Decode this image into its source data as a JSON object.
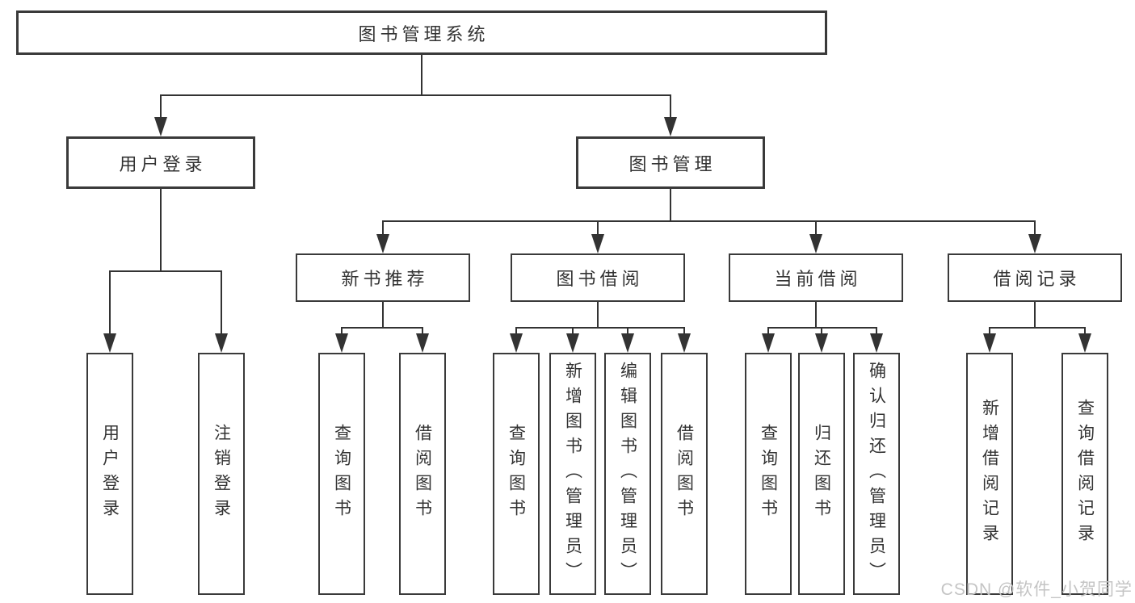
{
  "diagram": {
    "type": "hierarchy",
    "title": "图书管理系统",
    "nodes": {
      "root": {
        "label": "图书管理系统",
        "children": [
          "user_login",
          "book_mgmt"
        ]
      },
      "user_login": {
        "label": "用户登录",
        "children": [
          "ul_login",
          "ul_logout"
        ]
      },
      "book_mgmt": {
        "label": "图书管理",
        "children": [
          "new_book_rec",
          "book_borrow",
          "current_borrow",
          "borrow_records"
        ]
      },
      "new_book_rec": {
        "label": "新书推荐",
        "children": [
          "rec_query",
          "rec_borrow"
        ]
      },
      "book_borrow": {
        "label": "图书借阅",
        "children": [
          "bb_query",
          "bb_add",
          "bb_edit",
          "bb_borrow"
        ]
      },
      "current_borrow": {
        "label": "当前借阅",
        "children": [
          "cb_query",
          "cb_return",
          "cb_confirm"
        ]
      },
      "borrow_records": {
        "label": "借阅记录",
        "children": [
          "br_add",
          "br_query"
        ]
      },
      "ul_login": {
        "label": "用户登录",
        "children": []
      },
      "ul_logout": {
        "label": "注销登录",
        "children": []
      },
      "rec_query": {
        "label": "查询图书",
        "children": []
      },
      "rec_borrow": {
        "label": "借阅图书",
        "children": []
      },
      "bb_query": {
        "label": "查询图书",
        "children": []
      },
      "bb_add": {
        "label": "新增图书（管理员）",
        "children": []
      },
      "bb_edit": {
        "label": "编辑图书（管理员）",
        "children": []
      },
      "bb_borrow": {
        "label": "借阅图书",
        "children": []
      },
      "cb_query": {
        "label": "查询图书",
        "children": []
      },
      "cb_return": {
        "label": "归还图书",
        "children": []
      },
      "cb_confirm": {
        "label": "确认归还（管理员）",
        "children": []
      },
      "br_add": {
        "label": "新增借阅记录",
        "children": []
      },
      "br_query": {
        "label": "查询借阅记录",
        "children": []
      }
    }
  },
  "watermark": "CSDN @软件_小贺同学",
  "colors": {
    "line": "#333333",
    "box_border": "#3a3a3a",
    "text": "#333333",
    "watermark": "#c4c4c4",
    "background": "#ffffff"
  }
}
